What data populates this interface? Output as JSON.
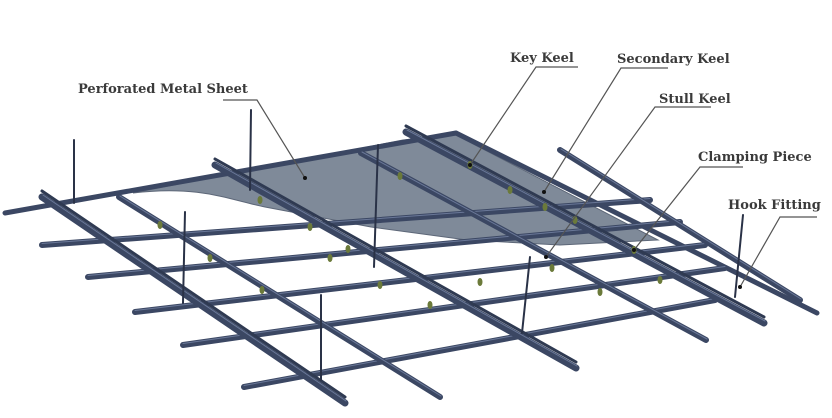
{
  "labels": {
    "perforated_metal_sheet": "Perforated Metal Sheet",
    "key_keel": "Key Keel",
    "secondary_keel": "Secondary Keel",
    "stull_keel": "Stull Keel",
    "clamping_piece": "Clamping Piece",
    "hook_fitting": "Hook Fitting"
  },
  "colors": {
    "keel": "#3b4763",
    "keel_highlight": "#6a7898",
    "panel": "#7f8a99",
    "clamp": "#6b7a3a",
    "label_text": "#3a3a3a",
    "leader": "#555555"
  }
}
